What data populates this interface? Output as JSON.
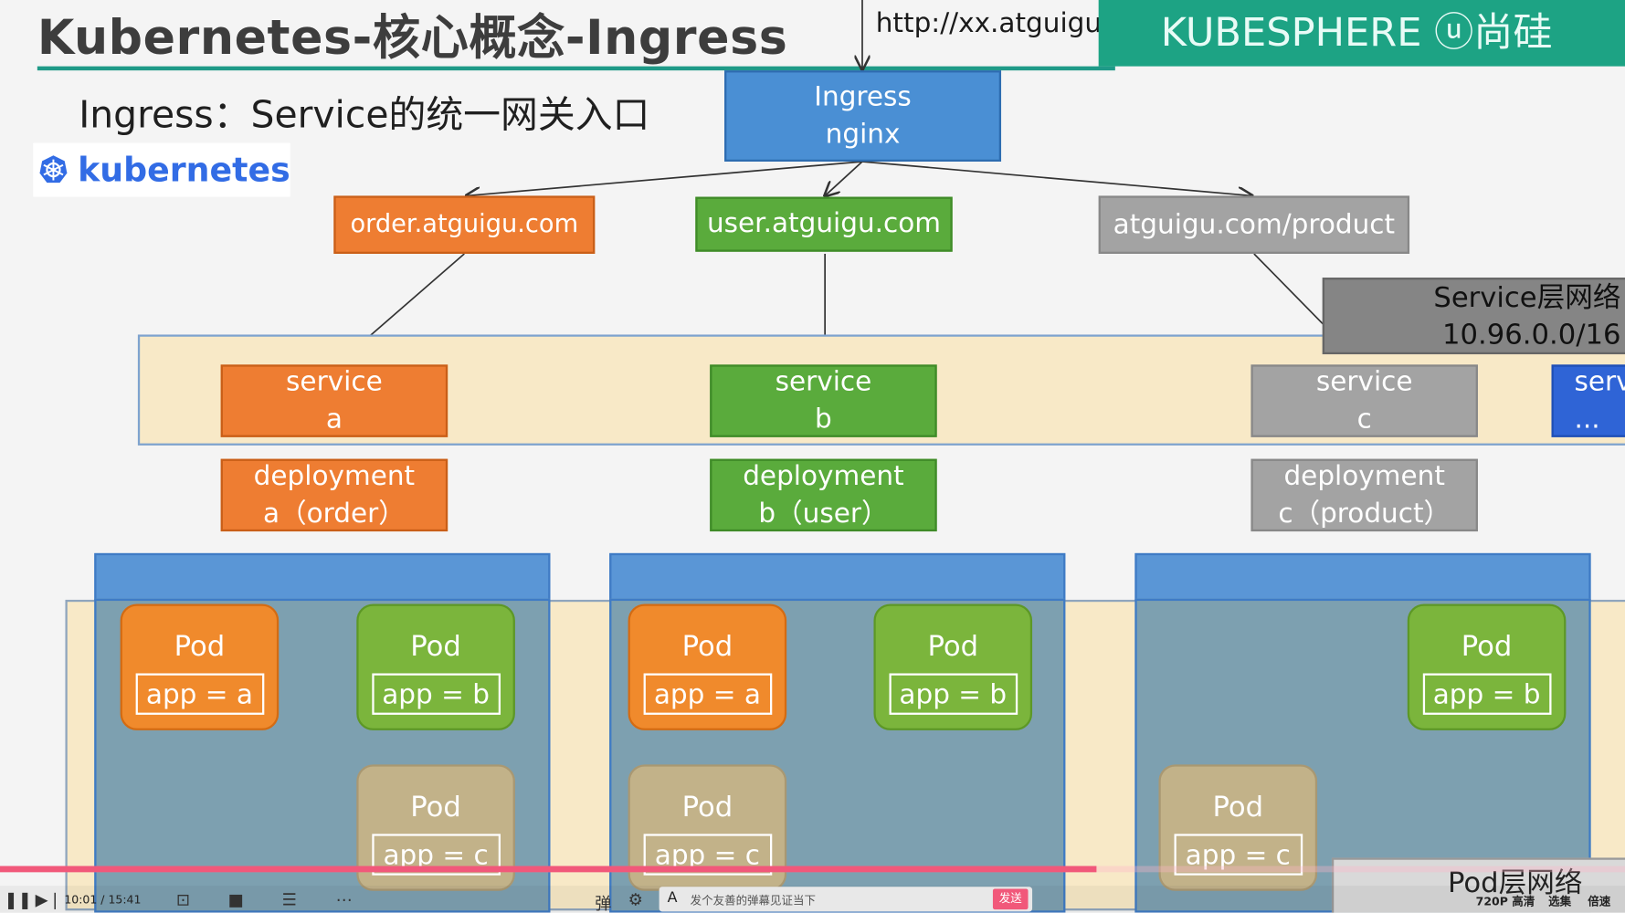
{
  "header": {
    "title": "Kubernetes-核心概念-Ingress",
    "subtitle": "Ingress：Service的统一网关入口",
    "logo_text": "kubernetes",
    "url": "http://xx.atguigu.com",
    "banner_text": "KUBESPHERE ⓤ尚硅"
  },
  "ingress": {
    "line1": "Ingress",
    "line2": "nginx"
  },
  "routes": [
    {
      "label": "order.atguigu.com"
    },
    {
      "label": "user.atguigu.com"
    },
    {
      "label": "atguigu.com/product"
    }
  ],
  "services": [
    {
      "line1": "service",
      "line2": "a"
    },
    {
      "line1": "service",
      "line2": "b"
    },
    {
      "line1": "service",
      "line2": "c"
    },
    {
      "line1": "serv",
      "line2": "..."
    }
  ],
  "deployments": [
    {
      "line1": "deployment",
      "line2": "a（order）"
    },
    {
      "line1": "deployment",
      "line2": "b（user）"
    },
    {
      "line1": "deployment",
      "line2": "c（product）"
    }
  ],
  "service_network": {
    "line1": "Service层网络",
    "line2": "10.96.0.0/16"
  },
  "pod_network": {
    "label": "Pod层网络"
  },
  "pods": [
    {
      "name": "Pod",
      "label": "app = a"
    },
    {
      "name": "Pod",
      "label": "app = b"
    },
    {
      "name": "Pod",
      "label": "app = c"
    },
    {
      "name": "Pod",
      "label": "app = a"
    },
    {
      "name": "Pod",
      "label": "app = b"
    },
    {
      "name": "Pod",
      "label": "app = c"
    },
    {
      "name": "Pod",
      "label": "app = b"
    },
    {
      "name": "Pod",
      "label": "app = c"
    }
  ],
  "player": {
    "time": "10:01 / 15:41",
    "progress": 0.675,
    "danmaku_placeholder": "发个友善的弹幕见证当下",
    "send_label": "发送",
    "quality": "720P 高清",
    "episodes": "选集",
    "speed": "倍速"
  },
  "colors": {
    "accent": "#1f9a88",
    "progress": "#f1587a"
  }
}
